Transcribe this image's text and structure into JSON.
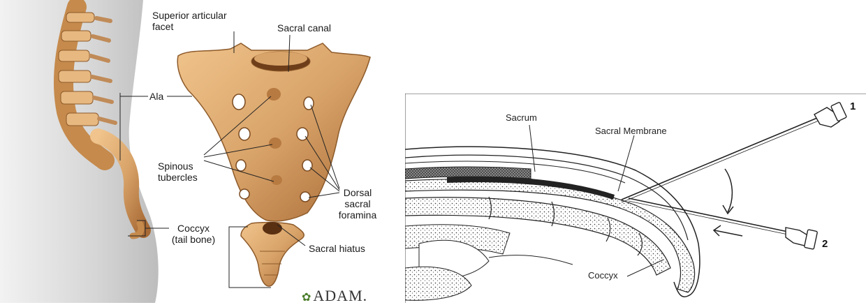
{
  "left_figure": {
    "labels": {
      "superior_articular_facet": "Superior articular\nfacet",
      "sacral_canal": "Sacral canal",
      "ala": "Ala",
      "spinous_tubercles": "Spinous\ntubercles",
      "dorsal_sacral_foramina": "Dorsal\nsacral\nforamina",
      "coccyx": "Coccyx\n(tail bone)",
      "sacral_hiatus": "Sacral hiatus"
    },
    "logo": "ADAM."
  },
  "right_figure": {
    "labels": {
      "sacrum": "Sacrum",
      "sacral_membrane": "Sacral Membrane",
      "coccyx": "Coccyx"
    },
    "needle_numbers": [
      "1",
      "2"
    ]
  },
  "colors": {
    "bone": "#d9a46a",
    "bone_dark": "#a86a35",
    "skin": "#d8d8d8",
    "line_art": "#222222"
  }
}
